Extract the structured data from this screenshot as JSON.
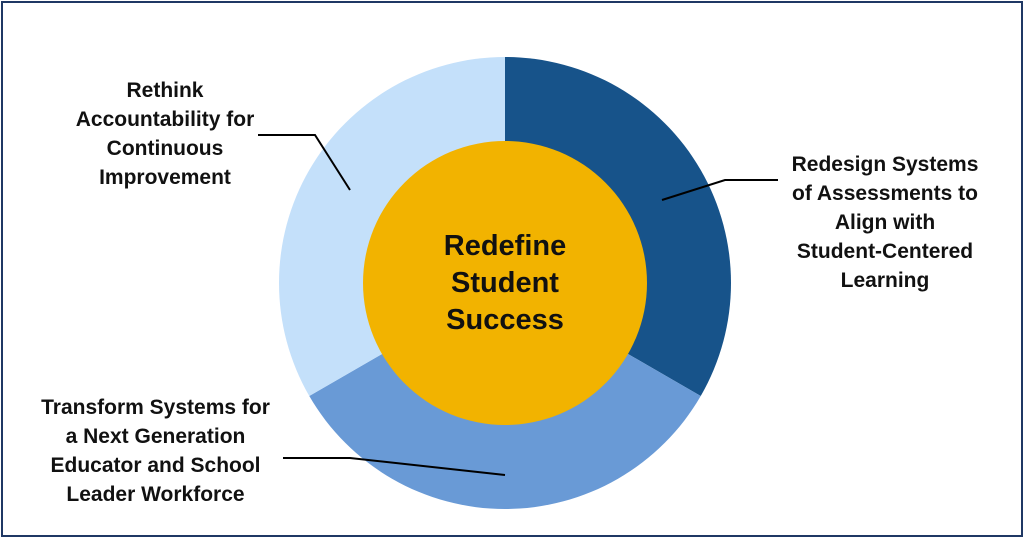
{
  "center": {
    "title_lines": [
      "Redefine",
      "Student",
      "Success"
    ],
    "color": "#f2b300"
  },
  "segments": [
    {
      "label_lines": [
        "Redesign Systems",
        "of Assessments to",
        "Align with",
        "Student-Centered",
        "Learning"
      ],
      "color": "#17538a"
    },
    {
      "label_lines": [
        "Transform Systems for",
        "a Next Generation",
        "Educator and School",
        "Leader Workforce"
      ],
      "color": "#699ad6"
    },
    {
      "label_lines": [
        "Rethink",
        "Accountability for",
        "Continuous",
        "Improvement"
      ],
      "color": "#c4e0fa"
    }
  ]
}
